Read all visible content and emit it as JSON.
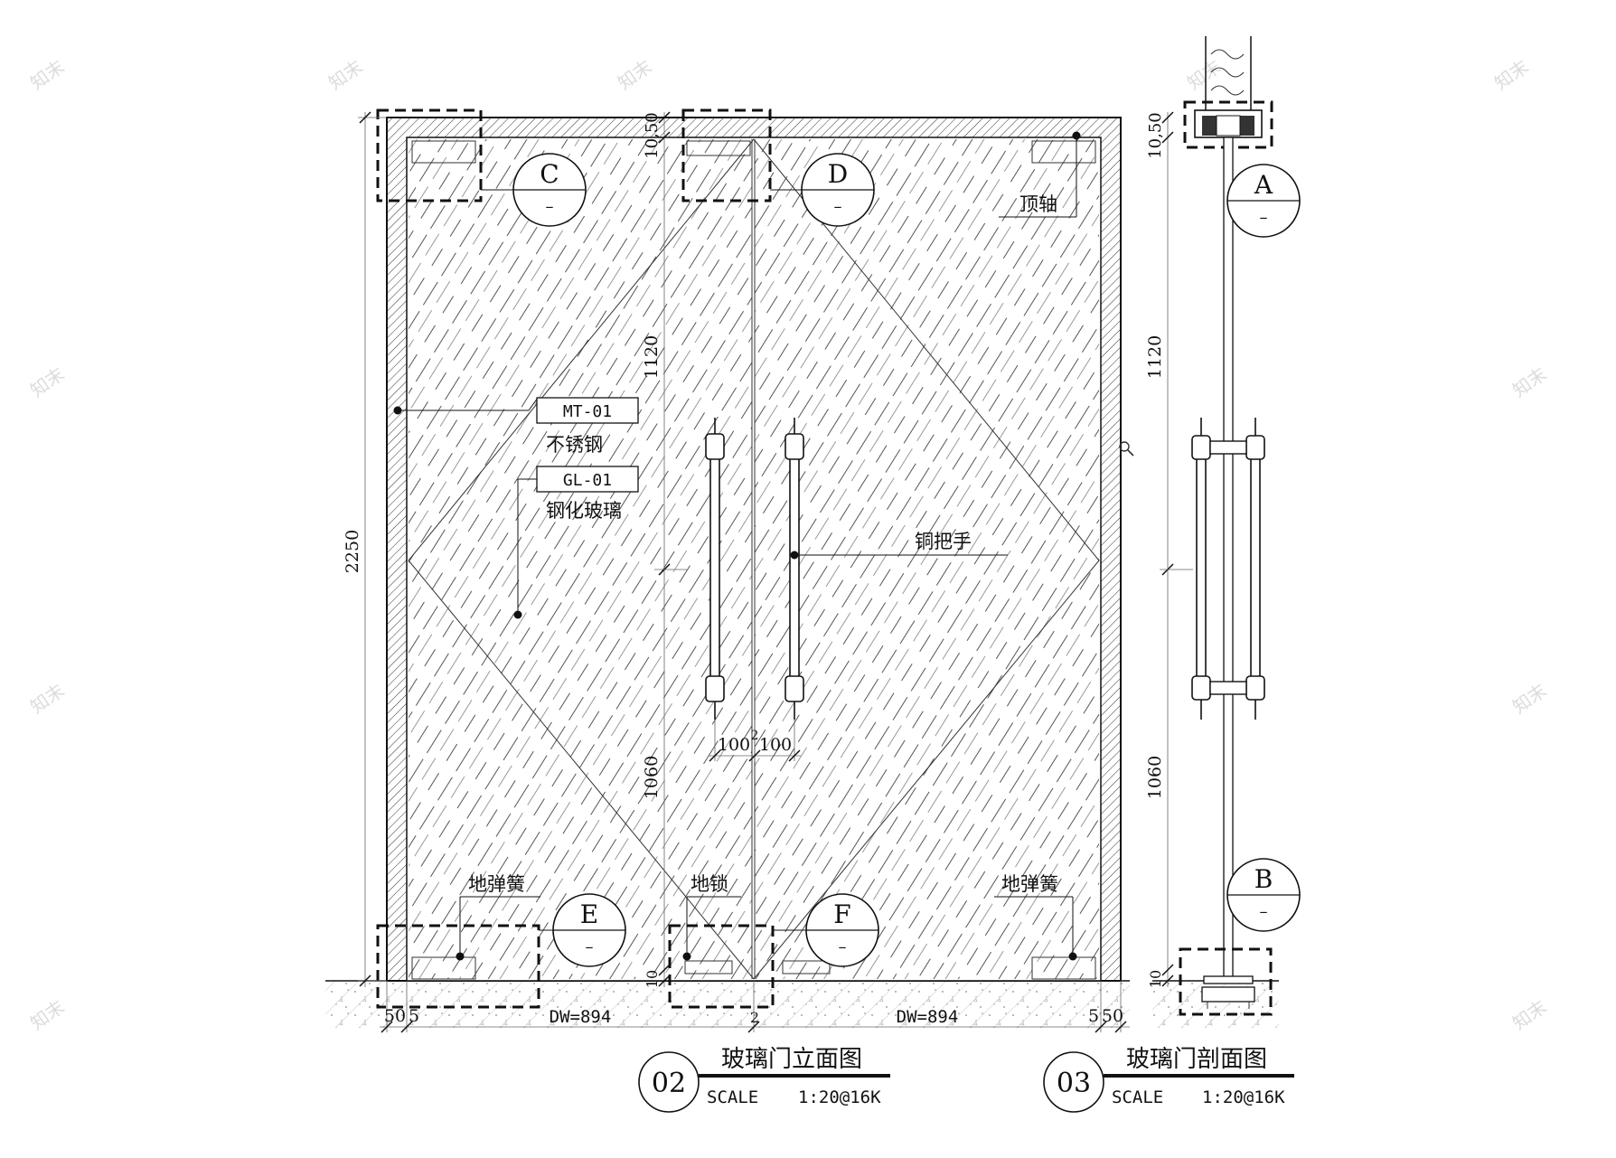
{
  "elevation": {
    "number": "02",
    "title": "玻璃门立面图",
    "scale_label": "SCALE",
    "scale_value": "1:20@16K",
    "dims": {
      "total_height": "2250",
      "top": "10,50",
      "upper": "1120",
      "lower": "1060",
      "bottom": "10",
      "handle_left": "100",
      "handle_gap": "2",
      "handle_right": "100",
      "bottom_left_a": "50",
      "bottom_left_b": "5",
      "dw_left": "DW=894",
      "center_gap": "2",
      "dw_right": "DW=894",
      "bottom_right_a": "5",
      "bottom_right_b": "50"
    },
    "labels": {
      "mt_code": "MT-01",
      "mt_name": "不锈钢",
      "gl_code": "GL-01",
      "gl_name": "钢化玻璃",
      "top_pivot": "顶轴",
      "handle": "铜把手",
      "floor_spring_left": "地弹簧",
      "floor_lock": "地锁",
      "floor_spring_right": "地弹簧"
    },
    "details": {
      "c": "C",
      "d": "D",
      "e": "E",
      "f": "F",
      "dash": "–"
    }
  },
  "section": {
    "number": "03",
    "title": "玻璃门剖面图",
    "scale_label": "SCALE",
    "scale_value": "1:20@16K",
    "dims": {
      "top": "10,50",
      "upper": "1120",
      "lower": "1060",
      "bottom": "10"
    },
    "details": {
      "a": "A",
      "b": "B",
      "dash": "–"
    }
  }
}
